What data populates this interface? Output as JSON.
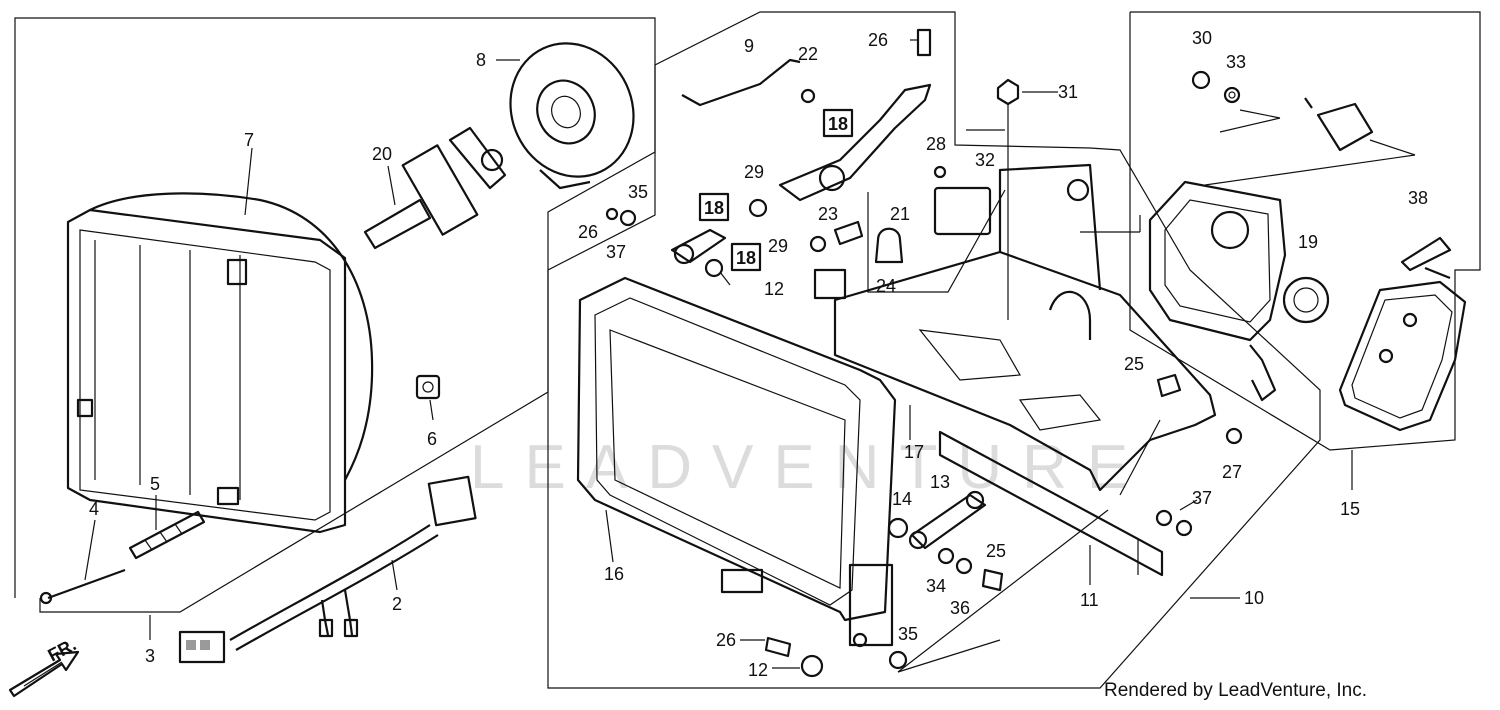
{
  "diagram": {
    "watermark_text": "LEADVENTURE",
    "direction_label": "FR.",
    "credit": "Rendered by LeadVenture, Inc.",
    "callouts": {
      "p2": "2",
      "p3": "3",
      "p4": "4",
      "p5": "5",
      "p6": "6",
      "p7": "7",
      "p8": "8",
      "p9": "9",
      "p10": "10",
      "p11": "11",
      "p12a": "12",
      "p12b": "12",
      "p13": "13",
      "p14": "14",
      "p15": "15",
      "p16": "16",
      "p17": "17",
      "p18a": "18",
      "p18b": "18",
      "p18c": "18",
      "p19": "19",
      "p20": "20",
      "p21": "21",
      "p22": "22",
      "p23": "23",
      "p24": "24",
      "p25a": "25",
      "p25b": "25",
      "p26a": "26",
      "p26b": "26",
      "p26c": "26",
      "p27": "27",
      "p28": "28",
      "p29a": "29",
      "p29b": "29",
      "p30": "30",
      "p31": "31",
      "p32": "32",
      "p33": "33",
      "p34": "34",
      "p35a": "35",
      "p35b": "35",
      "p36": "36",
      "p37a": "37",
      "p37b": "37",
      "p38": "38"
    }
  }
}
